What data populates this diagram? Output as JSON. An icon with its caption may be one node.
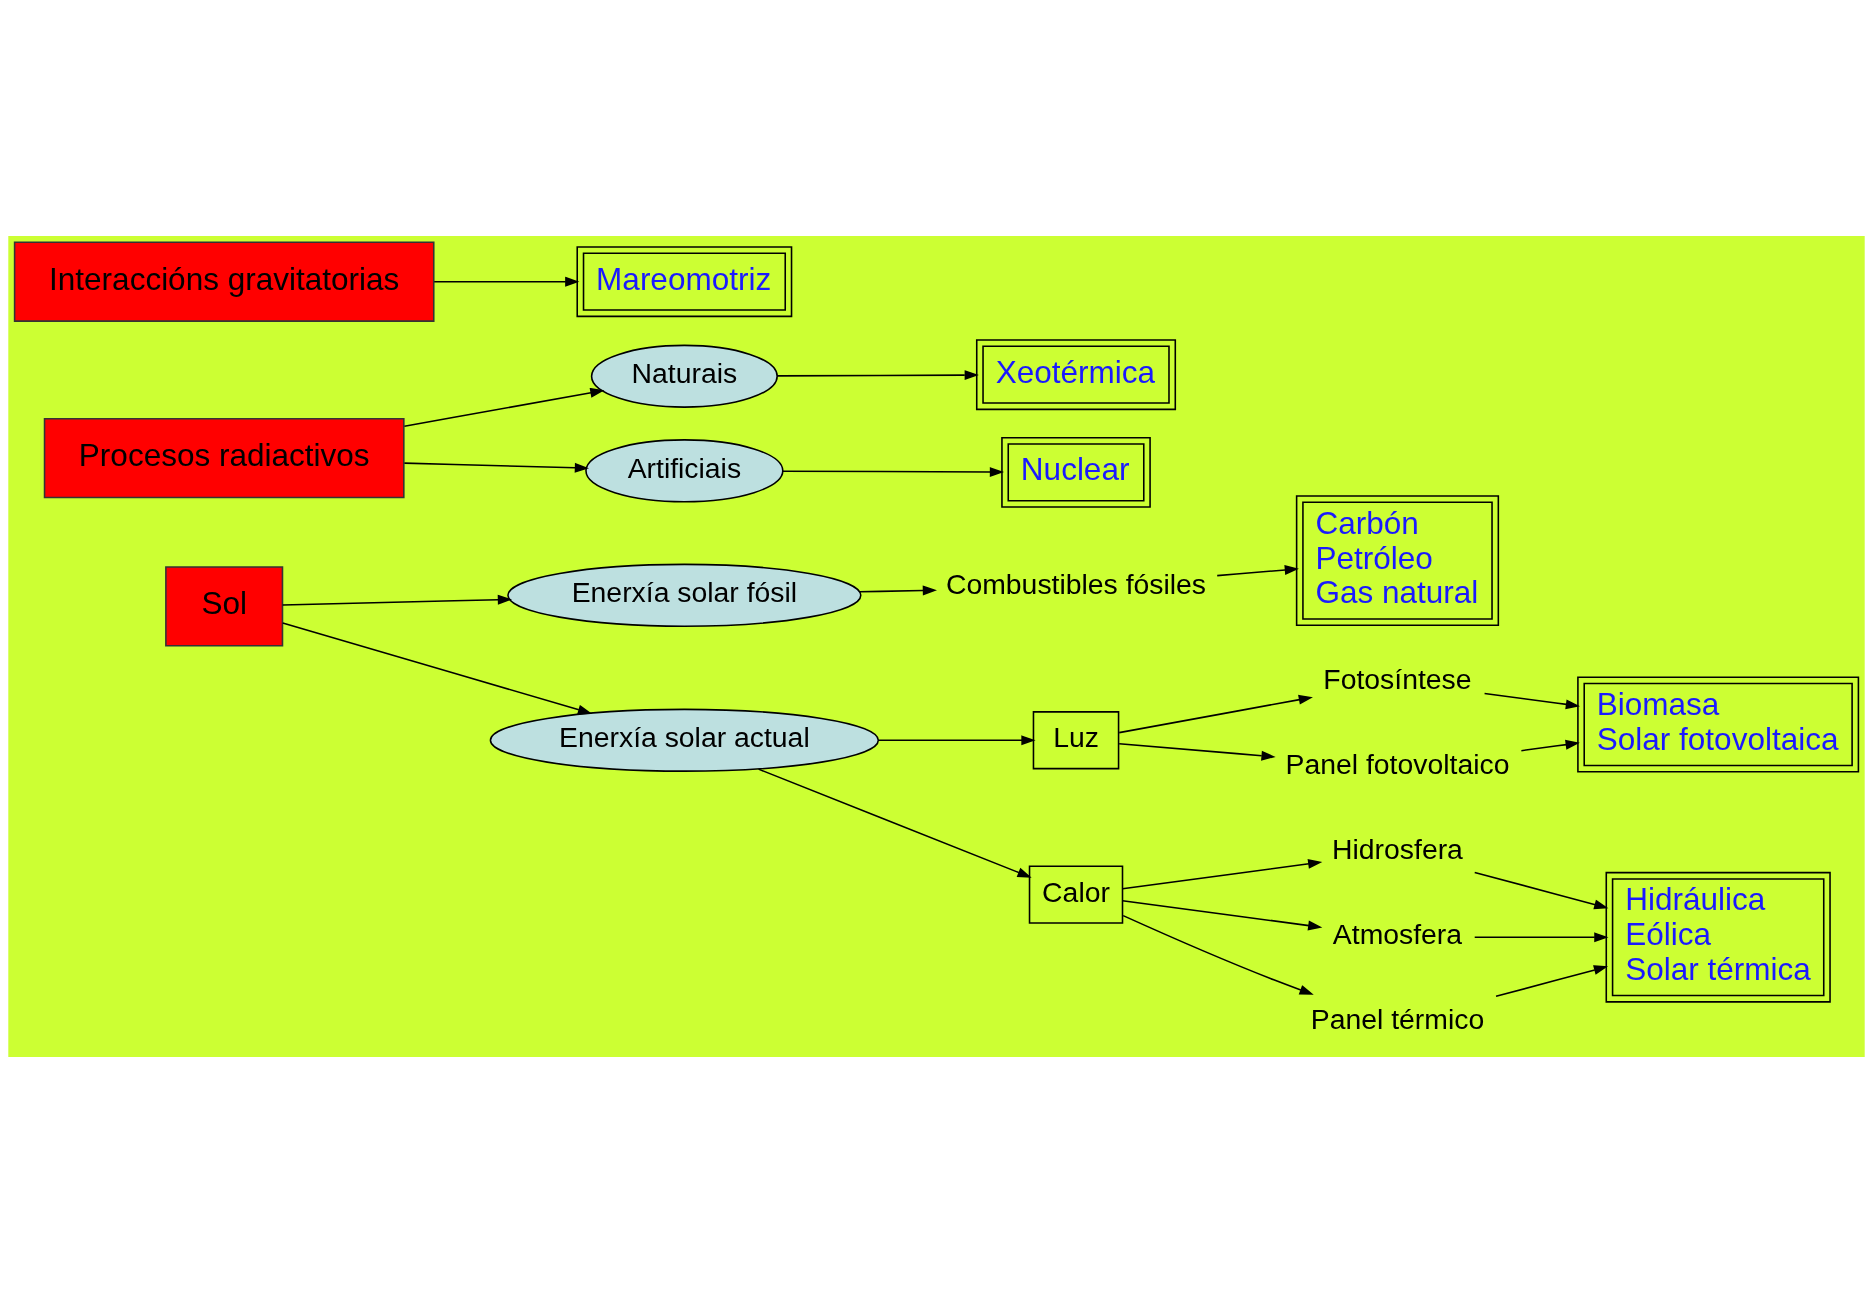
{
  "diagram": {
    "nodes": [
      {
        "text": [
          "Sol"
        ]
      },
      {
        "text": [
          "Enerxía solar fósil"
        ]
      },
      {
        "text": [
          "Combustibles fósiles"
        ]
      },
      {
        "text": [
          "Carbón",
          "Petróleo",
          "Gas natural"
        ]
      },
      {
        "text": [
          "Enerxía solar actual"
        ]
      },
      {
        "text": [
          "Luz"
        ]
      },
      {
        "text": [
          "Fotosíntese"
        ]
      },
      {
        "text": [
          "Panel fotovoltaico"
        ]
      },
      {
        "text": [
          "Biomasa",
          "Solar fotovoltaica"
        ]
      },
      {
        "text": [
          "Calor"
        ]
      },
      {
        "text": [
          "Hidrosfera"
        ]
      },
      {
        "text": [
          "Atmosfera"
        ]
      },
      {
        "text": [
          "Panel térmico"
        ]
      },
      {
        "text": [
          "Hidráulica",
          "Eólica",
          "Solar térmica"
        ]
      },
      {
        "text": [
          "Procesos radiactivos"
        ]
      },
      {
        "text": [
          "Naturais"
        ]
      },
      {
        "text": [
          "Artificiais"
        ]
      },
      {
        "text": [
          "Xeotérmica"
        ]
      },
      {
        "text": [
          "Nuclear"
        ]
      },
      {
        "text": [
          "Interaccións gravitatorias"
        ]
      },
      {
        "text": [
          "Mareomotriz"
        ]
      }
    ],
    "edges": [
      {
        "from": 0,
        "to": 1,
        "arrow": "to"
      },
      {
        "from": 0,
        "to": 4,
        "arrow": "to"
      },
      {
        "from": 1,
        "to": 2,
        "arrow": "to"
      },
      {
        "from": 2,
        "to": 3,
        "arrow": "to"
      },
      {
        "from": 4,
        "to": 5,
        "arrow": "to"
      },
      {
        "from": 4,
        "to": 9,
        "arrow": "to"
      },
      {
        "from": 5,
        "to": 6,
        "arrow": "to"
      },
      {
        "from": 5,
        "to": 7,
        "arrow": "to"
      },
      {
        "from": 6,
        "to": 8,
        "arrow": "to"
      },
      {
        "from": 7,
        "to": 8,
        "arrow": "to"
      },
      {
        "from": 9,
        "to": 10,
        "arrow": "to"
      },
      {
        "from": 9,
        "to": 11,
        "arrow": "to"
      },
      {
        "from": 9,
        "to": 12,
        "arrow": "to"
      },
      {
        "from": 10,
        "to": 13,
        "arrow": "to"
      },
      {
        "from": 11,
        "to": 13,
        "arrow": "to"
      },
      {
        "from": 12,
        "to": 13,
        "arrow": "to"
      },
      {
        "from": 14,
        "to": 15,
        "arrow": "to"
      },
      {
        "from": 14,
        "to": 16,
        "arrow": "to"
      },
      {
        "from": 15,
        "to": 17,
        "arrow": "to"
      },
      {
        "from": 16,
        "to": 18,
        "arrow": "to"
      },
      {
        "from": 19,
        "to": 20,
        "arrow": "to"
      }
    ]
  }
}
